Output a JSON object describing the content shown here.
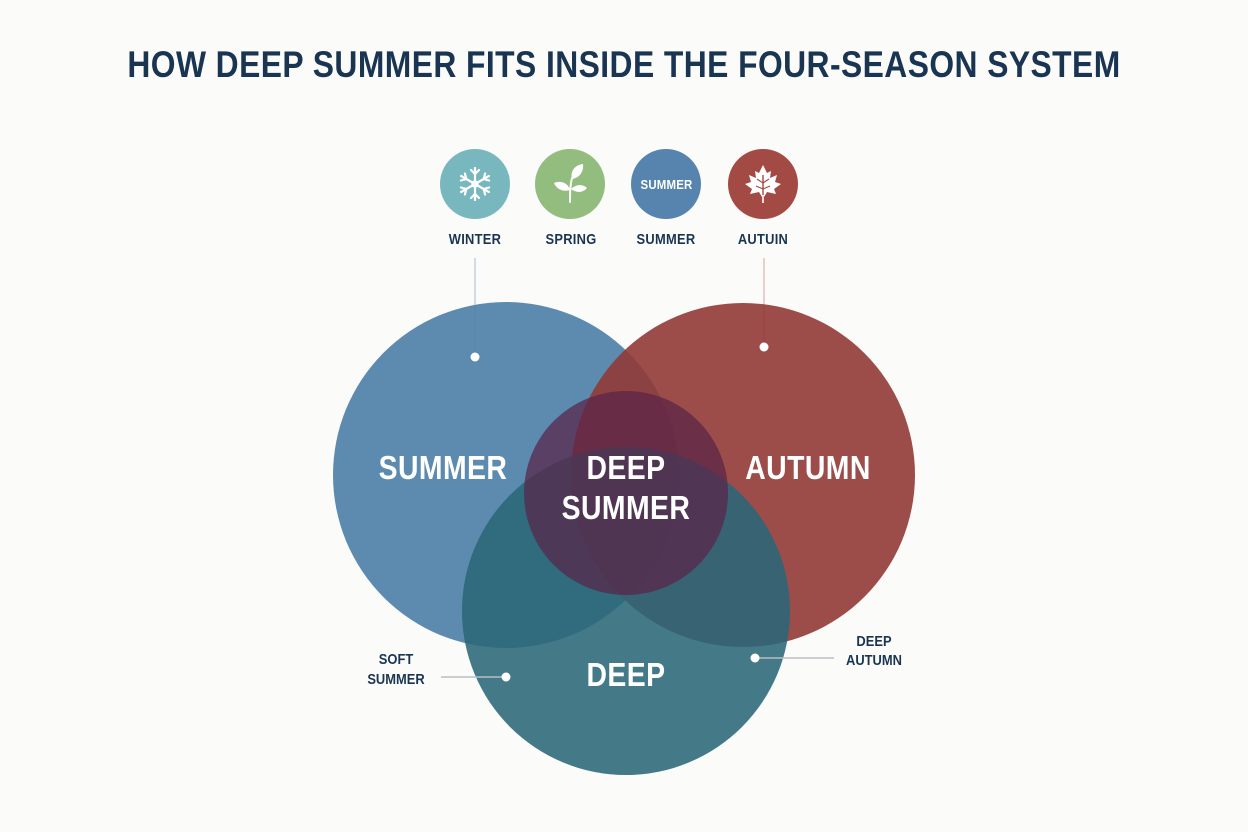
{
  "title": "HOW DEEP SUMMER FITS INSIDE THE FOUR-SEASON SYSTEM",
  "seasons": [
    {
      "name": "winter",
      "label": "WINTER",
      "icon": "snowflake-icon",
      "color": "#78b7bd"
    },
    {
      "name": "spring",
      "label": "SPRING",
      "icon": "sprout-icon",
      "color": "#93bd7f"
    },
    {
      "name": "summer",
      "label": "SUMMER",
      "icon_text": "SUMMER",
      "color": "#5784ae"
    },
    {
      "name": "autumn",
      "label": "AUTUIN",
      "icon": "maple-leaf-icon",
      "color": "#a44a44"
    }
  ],
  "venn": {
    "circles": [
      {
        "name": "summer",
        "label": "SUMMER",
        "color": "#4f80a8"
      },
      {
        "name": "autumn",
        "label": "AUTUMN",
        "color": "#913a36"
      },
      {
        "name": "deep",
        "label": "DEEP",
        "color": "#2d6678"
      },
      {
        "name": "deep-summer",
        "label_line1": "DEEP",
        "label_line2": "SUMMER",
        "color": "#5a2a48"
      }
    ],
    "callouts": {
      "soft_summer": {
        "line1": "SOFT",
        "line2": "SUMMER"
      },
      "deep_autumn": {
        "line1": "DEEP",
        "line2": "AUTUMN"
      }
    }
  },
  "colors": {
    "title": "#1a3552",
    "label": "#1a3552",
    "background": "#fbfbfa",
    "leader_line": "#c4ccd4"
  }
}
